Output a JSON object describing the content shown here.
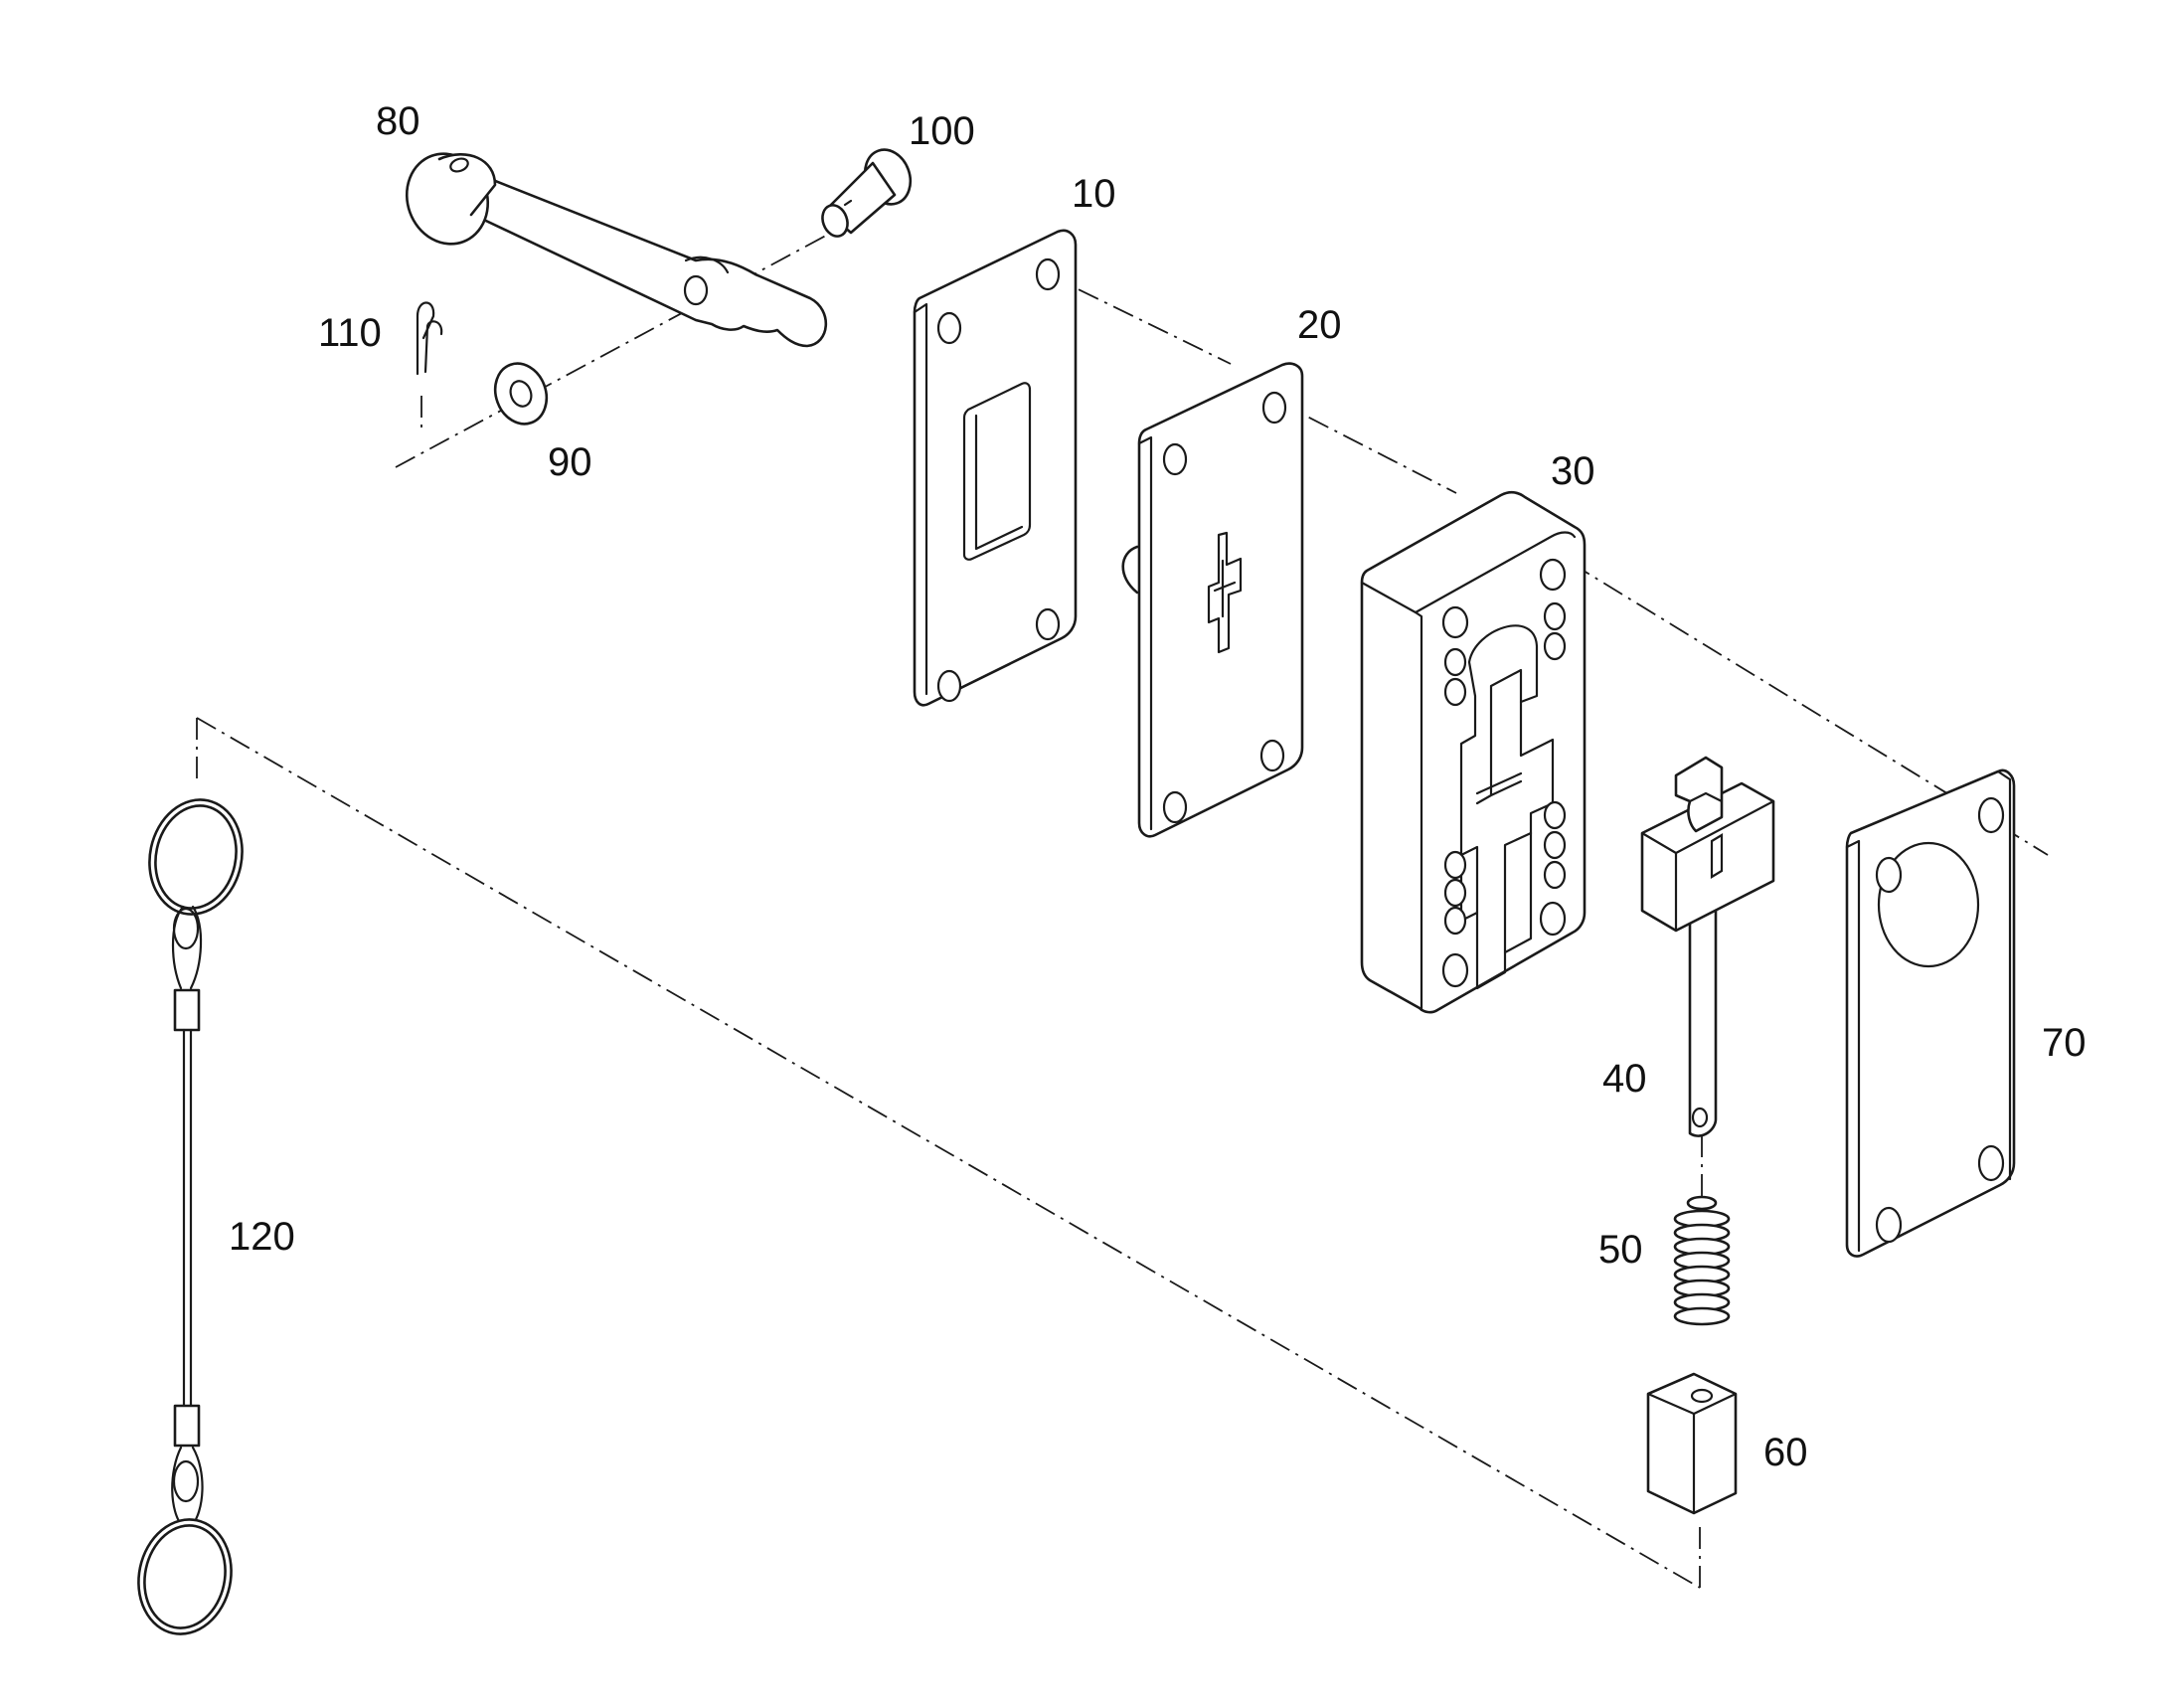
{
  "diagram": {
    "callouts": {
      "c10": "10",
      "c20": "20",
      "c30": "30",
      "c40": "40",
      "c50": "50",
      "c60": "60",
      "c70": "70",
      "c80": "80",
      "c90": "90",
      "c100": "100",
      "c110": "110",
      "c120": "120"
    }
  }
}
